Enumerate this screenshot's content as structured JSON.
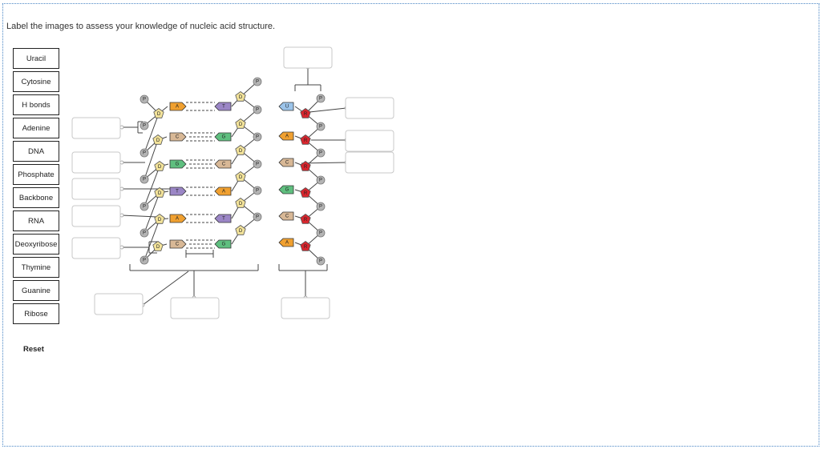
{
  "instruction": "Label the images to assess your knowledge of nucleic acid structure.",
  "terms": [
    "Uracil",
    "Cytosine",
    "H bonds",
    "Adenine",
    "DNA",
    "Phosphate",
    "Backbone",
    "RNA",
    "Deoxyribose",
    "Thymine",
    "Guanine",
    "Ribose"
  ],
  "reset_label": "Reset",
  "diagram_letters": {
    "phosphate": "P",
    "deoxyribose": "D",
    "ribose": "R",
    "adenine": "A",
    "thymine": "T",
    "cytosine": "C",
    "guanine": "G",
    "uracil": "U"
  },
  "dna_pairs": [
    [
      "A",
      "T"
    ],
    [
      "C",
      "G"
    ],
    [
      "G",
      "C"
    ],
    [
      "T",
      "A"
    ],
    [
      "A",
      "T"
    ],
    [
      "C",
      "G"
    ]
  ],
  "rna_bases": [
    "U",
    "A",
    "C",
    "G",
    "C",
    "A"
  ],
  "colors": {
    "adenine": "#f0a030",
    "thymine": "#9b86c6",
    "cytosine": "#d8b896",
    "guanine": "#5fbf7f",
    "uracil": "#9cc4ea",
    "deoxyribose": "#f3e39a",
    "ribose": "#d9262e",
    "phosphate": "#b4b4b4",
    "frame": "#4a86c5"
  }
}
